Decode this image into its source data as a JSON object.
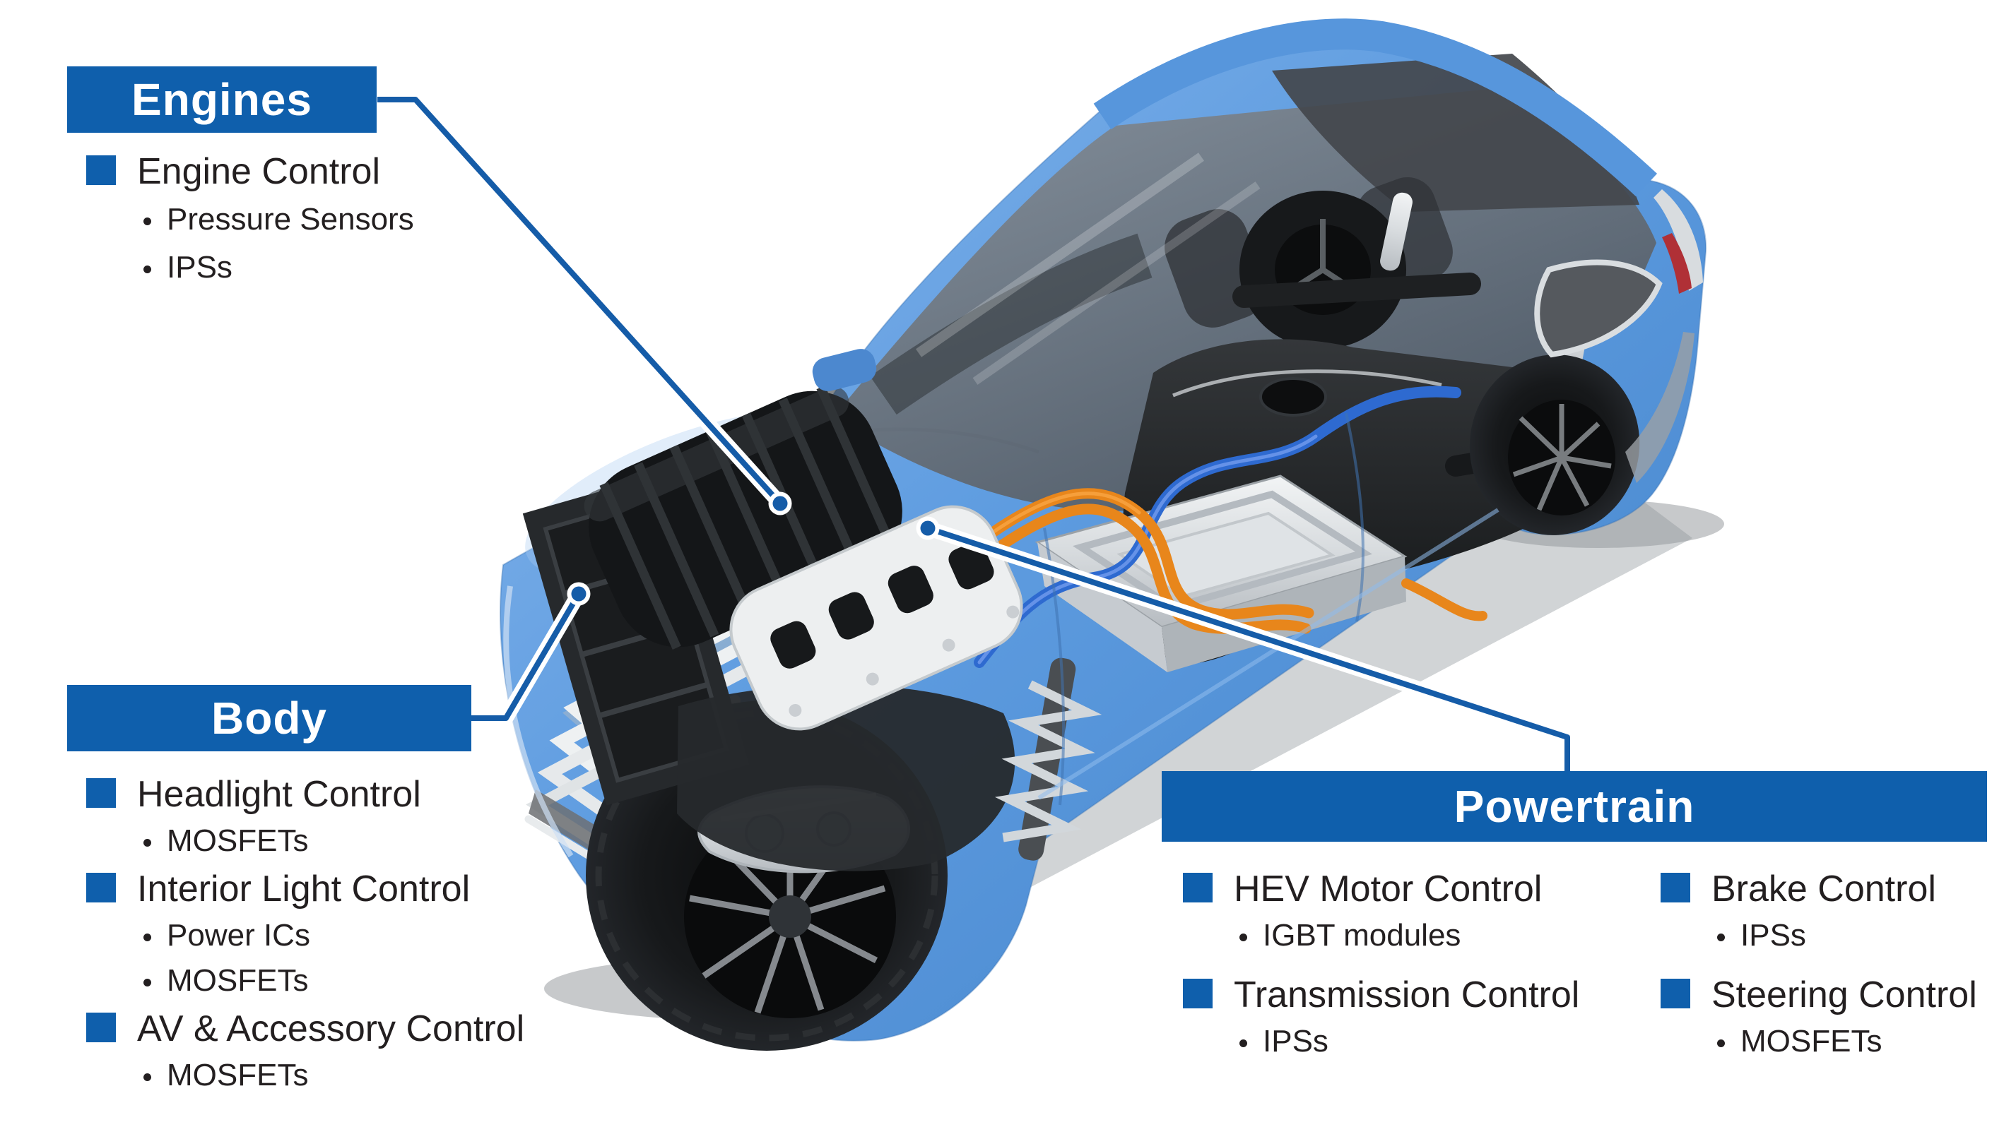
{
  "colors": {
    "background": "#FFFFFF",
    "banner_blue": "#0F5FAC",
    "leader_blue": "#155CA8",
    "text_dark": "#231F20",
    "car_blue": "#5796DC",
    "cable_orange": "#E8861B",
    "cable_blue": "#2E6AD0"
  },
  "sections": {
    "engines": {
      "title": "Engines",
      "items": [
        {
          "label": "Engine Control",
          "subitems": [
            "Pressure Sensors",
            "IPSs"
          ]
        }
      ]
    },
    "body": {
      "title": "Body",
      "items": [
        {
          "label": "Headlight Control",
          "subitems": [
            "MOSFETs"
          ]
        },
        {
          "label": "Interior Light Control",
          "subitems": [
            "Power ICs",
            "MOSFETs"
          ]
        },
        {
          "label": "AV & Accessory Control",
          "subitems": [
            "MOSFETs"
          ]
        }
      ]
    },
    "powertrain": {
      "title": "Powertrain",
      "columns": [
        {
          "items": [
            {
              "label": "HEV Motor Control",
              "subitems": [
                "IGBT modules"
              ]
            },
            {
              "label": "Transmission Control",
              "subitems": [
                "IPSs"
              ]
            }
          ]
        },
        {
          "items": [
            {
              "label": "Brake Control",
              "subitems": [
                "IPSs"
              ]
            },
            {
              "label": "Steering Control",
              "subitems": [
                "MOSFETs"
              ]
            }
          ]
        }
      ]
    }
  }
}
